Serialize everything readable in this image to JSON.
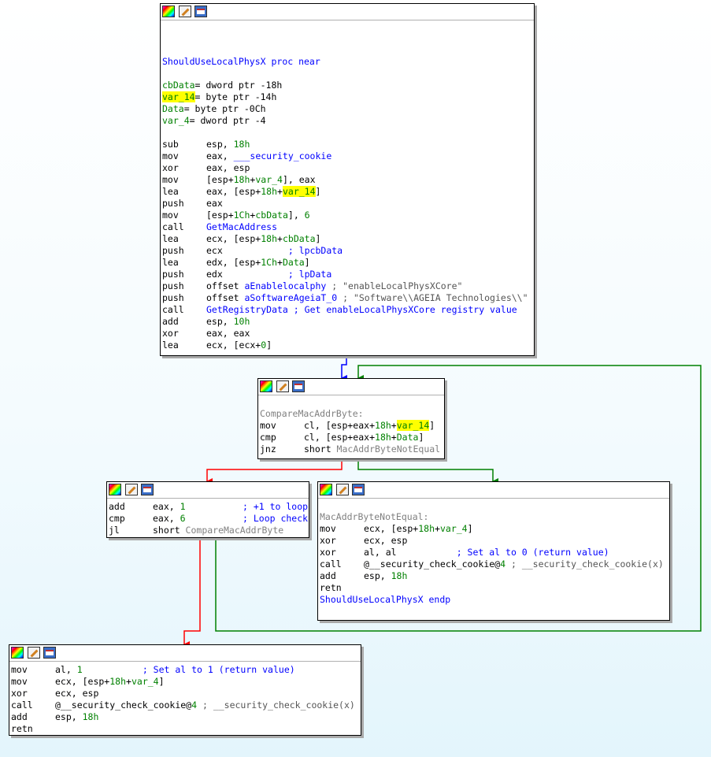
{
  "proc": {
    "name": "ShouldUseLocalPhysX proc near",
    "vars": [
      {
        "name": "cbData",
        "def": "= dword ptr -18h"
      },
      {
        "name": "var_14",
        "def": "= byte ptr -14h"
      },
      {
        "name": "Data",
        "def": "= byte ptr -0Ch"
      },
      {
        "name": "var_4",
        "def": "= dword ptr -4"
      }
    ],
    "code": [
      {
        "m": "sub",
        "o": "esp, 18h"
      },
      {
        "m": "mov",
        "o": "eax, ___security_cookie"
      },
      {
        "m": "xor",
        "o": "eax, esp"
      },
      {
        "m": "mov",
        "o": "[esp+18h+var_4], eax"
      },
      {
        "m": "lea",
        "o": "eax, [esp+18h+var_14]"
      },
      {
        "m": "push",
        "o": "eax"
      },
      {
        "m": "mov",
        "o": "[esp+1Ch+cbData], 6"
      },
      {
        "m": "call",
        "o": "GetMacAddress"
      },
      {
        "m": "lea",
        "o": "ecx, [esp+18h+cbData]"
      },
      {
        "m": "push",
        "o": "ecx            ; lpcbData"
      },
      {
        "m": "lea",
        "o": "edx, [esp+1Ch+Data]"
      },
      {
        "m": "push",
        "o": "edx            ; lpData"
      },
      {
        "m": "push",
        "o": "offset aEnablelocalphy ; \"enableLocalPhysXCore\""
      },
      {
        "m": "push",
        "o": "offset aSoftwareAgeiaT_0 ; \"Software\\\\AGEIA Technologies\\\\\""
      },
      {
        "m": "call",
        "o": "GetRegistryData ; Get enableLocalPhysXCore registry value"
      },
      {
        "m": "add",
        "o": "esp, 10h"
      },
      {
        "m": "xor",
        "o": "eax, eax"
      },
      {
        "m": "lea",
        "o": "ecx, [ecx+0]"
      }
    ]
  },
  "compare": {
    "label": "CompareMacAddrByte:",
    "code": [
      {
        "m": "mov",
        "o": "cl, [esp+eax+18h+var_14]"
      },
      {
        "m": "cmp",
        "o": "cl, [esp+eax+18h+Data]"
      },
      {
        "m": "jnz",
        "o": "short MacAddrByteNotEqual"
      }
    ]
  },
  "loop": {
    "code": [
      {
        "m": "add",
        "o": "eax, 1",
        "c": "; +1 to loop"
      },
      {
        "m": "cmp",
        "o": "eax, 6",
        "c": "; Loop check"
      },
      {
        "m": "jl",
        "o": "short CompareMacAddrByte",
        "c": ""
      }
    ]
  },
  "notequal": {
    "label": "MacAddrByteNotEqual:",
    "code": [
      {
        "m": "mov",
        "o": "ecx, [esp+18h+var_4]"
      },
      {
        "m": "xor",
        "o": "ecx, esp"
      },
      {
        "m": "xor",
        "o": "al, al           ; Set al to 0 (return value)"
      },
      {
        "m": "call",
        "o": "@__security_check_cookie@4 ; __security_check_cookie(x)"
      },
      {
        "m": "add",
        "o": "esp, 18h"
      },
      {
        "m": "retn",
        "o": ""
      },
      {
        "m": "",
        "o": "ShouldUseLocalPhysX endp"
      }
    ]
  },
  "ret1": {
    "code": [
      {
        "m": "mov",
        "o": "al, 1           ; Set al to 1 (return value)"
      },
      {
        "m": "mov",
        "o": "ecx, [esp+18h+var_4]"
      },
      {
        "m": "xor",
        "o": "ecx, esp"
      },
      {
        "m": "call",
        "o": "@__security_check_cookie@4 ; __security_check_cookie(x)"
      },
      {
        "m": "add",
        "o": "esp, 18h"
      },
      {
        "m": "retn",
        "o": ""
      }
    ]
  },
  "colors": {
    "true_edge": "#008000",
    "false_edge": "#ff0000",
    "uncond_edge": "#0000ff",
    "highlight": "#ffff00"
  }
}
